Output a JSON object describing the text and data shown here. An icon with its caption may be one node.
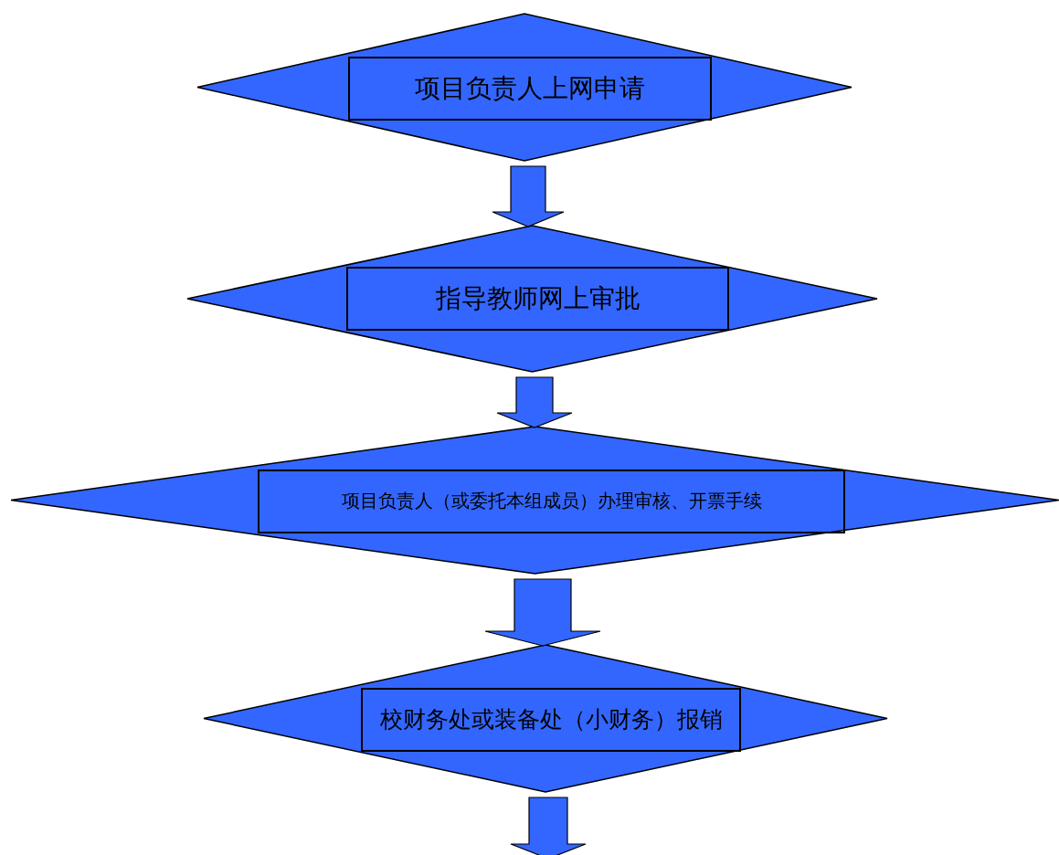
{
  "diagram": {
    "nodes": [
      {
        "text": [],
        "shape": "diamond"
      },
      {
        "text": [
          "项目负责人上网申请"
        ],
        "in": 0
      },
      {
        "text": [],
        "shape": "diamond"
      },
      {
        "text": [
          "指导教师网上审批"
        ],
        "in": 2
      },
      {
        "text": [],
        "shape": "diamond"
      },
      {
        "text": [
          "项目负责人（或委托本组成员）办理审核、开票手续"
        ],
        "in": 4
      },
      {
        "text": [],
        "shape": "diamond"
      },
      {
        "text": [
          "校财务处或装备处（小财务）报销"
        ],
        "in": 6
      }
    ],
    "edges": [
      {
        "from": 0,
        "to": 2,
        "arrow": "to"
      },
      {
        "from": 2,
        "to": 4,
        "arrow": "to"
      },
      {
        "from": 4,
        "to": 6,
        "arrow": "to"
      },
      {
        "from": 6,
        "to": null,
        "arrow": "to"
      }
    ]
  }
}
